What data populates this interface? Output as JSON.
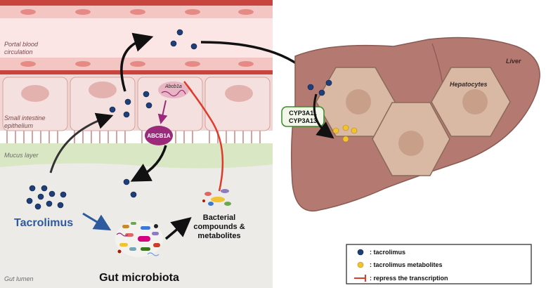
{
  "labels": {
    "portal_blood_line1": "Portal blood",
    "portal_blood_line2": "circulation",
    "small_intestine_line1": "Small intestine",
    "small_intestine_line2": "epithelium",
    "mucus_layer": "Mucus layer",
    "gut_lumen": "Gut lumen",
    "liver": "Liver",
    "hepatocytes": "Hepatocytes",
    "gene": "Abcb1a",
    "transporter": "ABCB1A",
    "enzyme_line1": "CYP3A11",
    "enzyme_line2": "CYP3A13",
    "drug": "Tacrolimus",
    "microbiota": "Gut microbiota",
    "bacterial_line1": "Bacterial",
    "bacterial_line2": "compounds &",
    "bacterial_line3": "metabolites"
  },
  "legend": {
    "items": [
      {
        "text": ": tacrolimus"
      },
      {
        "text": ": tacrolimus metabolites"
      },
      {
        "text": ": repress the transcription"
      }
    ]
  },
  "colors": {
    "tacrolimus": "#1f3f7a",
    "metabolite": "#f2c230",
    "repress": "#e03a2a",
    "transporter": "#9b2a7a",
    "liver": "#b47a72",
    "hepatocyte": "#d9b8a4",
    "enzyme_border": "#3a8a2a",
    "drug_text": "#2e5a9e"
  }
}
